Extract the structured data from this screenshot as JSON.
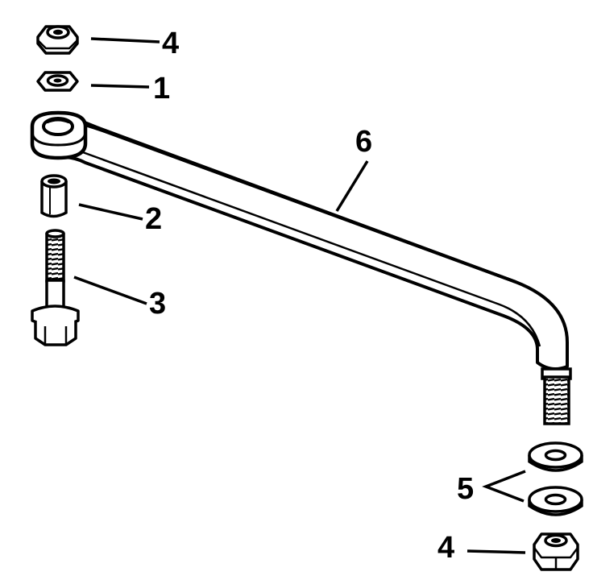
{
  "diagram": {
    "callouts": [
      {
        "id": "nut-top",
        "label": "4"
      },
      {
        "id": "washer-top",
        "label": "1"
      },
      {
        "id": "spacer",
        "label": "2"
      },
      {
        "id": "bolt",
        "label": "3"
      },
      {
        "id": "link-rod",
        "label": "6"
      },
      {
        "id": "washers",
        "label": "5"
      },
      {
        "id": "nut-bottom",
        "label": "4"
      }
    ]
  }
}
